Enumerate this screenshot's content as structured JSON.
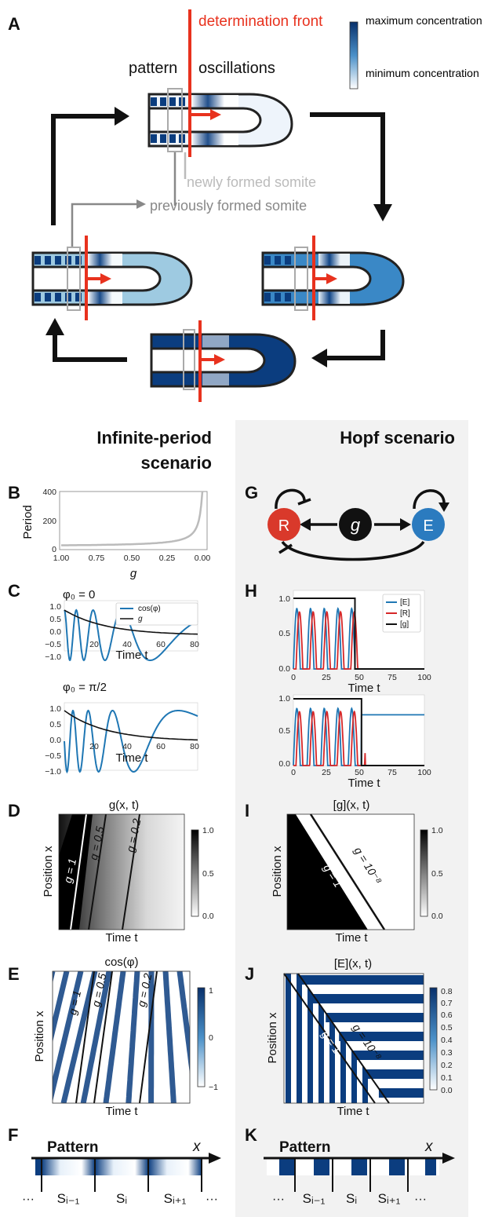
{
  "colors": {
    "red": "#e8321e",
    "dark_blue": "#0b3d7f",
    "blue": "#1f77b4",
    "grey": "#999999",
    "panel_bg": "#f2f2f2"
  },
  "panel_a": {
    "label": "A",
    "determination_front": "determination front",
    "pattern": "pattern",
    "oscillations": "oscillations",
    "max_conc": "maximum concentration",
    "min_conc": "minimum concentration",
    "newly": "newly formed somite",
    "previously": "previously formed somite"
  },
  "headers": {
    "left": [
      "Infinite-period",
      "scenario"
    ],
    "right": "Hopf scenario"
  },
  "panel_b": {
    "label": "B",
    "ylabel": "Period",
    "xlabel": "g",
    "yticks": [
      "400",
      "200",
      "0"
    ],
    "xticks": [
      "1.00",
      "0.75",
      "0.50",
      "0.25",
      "0.00"
    ]
  },
  "panel_c": {
    "label": "C",
    "title1": "φ₀ = 0",
    "title2": "φ₀ = π/2",
    "legend": [
      "cos(φ)",
      "g"
    ],
    "xlabel": "Time t",
    "yticks": [
      "1.0",
      "0.5",
      "0.0",
      "−0.5",
      "−1.0"
    ],
    "xticks": [
      "20",
      "40",
      "60",
      "80"
    ]
  },
  "panel_d": {
    "label": "D",
    "title": "g(x, t)",
    "xlabel": "Time t",
    "ylabel": "Position x",
    "lines": [
      "g = 1",
      "g = 0.5",
      "g = 0.2"
    ],
    "cbar": [
      "1.0",
      "0.5",
      "0.0"
    ]
  },
  "panel_e": {
    "label": "E",
    "title": "cos(φ)",
    "xlabel": "Time t",
    "ylabel": "Position x",
    "lines": [
      "g = 1",
      "g = 0.5",
      "g = 0.2"
    ],
    "cbar": [
      "1",
      "0",
      "−1"
    ]
  },
  "panel_f": {
    "label": "F",
    "pattern": "Pattern",
    "x": "x",
    "dots": "···",
    "segs": [
      "Sᵢ₋₁",
      "Sᵢ",
      "Sᵢ₊₁"
    ]
  },
  "panel_g": {
    "label": "G",
    "nodes": [
      "R",
      "g",
      "E"
    ]
  },
  "panel_h": {
    "label": "H",
    "legend": [
      "[E]",
      "[R]",
      "[g]"
    ],
    "xlabel": "Time t",
    "yticks": [
      "1.0",
      "0.5",
      "0.0"
    ],
    "xticks": [
      "0",
      "25",
      "50",
      "75",
      "100"
    ]
  },
  "panel_i": {
    "label": "I",
    "title": "[g](x, t)",
    "xlabel": "Time t",
    "ylabel": "Position x",
    "lines": [
      "g = 1",
      "g = 10⁻⁸"
    ],
    "cbar": [
      "1.0",
      "0.5",
      "0.0"
    ]
  },
  "panel_j": {
    "label": "J",
    "title": "[E](x, t)",
    "xlabel": "Time t",
    "ylabel": "Position x",
    "lines": [
      "g = 1",
      "g = 10⁻⁸"
    ],
    "cbar": [
      "0.8",
      "0.7",
      "0.6",
      "0.5",
      "0.4",
      "0.3",
      "0.2",
      "0.1",
      "0.0"
    ]
  },
  "panel_k": {
    "label": "K",
    "pattern": "Pattern",
    "x": "x",
    "dots": "···",
    "segs": [
      "Sᵢ₋₁",
      "Sᵢ",
      "Sᵢ₊₁"
    ]
  }
}
